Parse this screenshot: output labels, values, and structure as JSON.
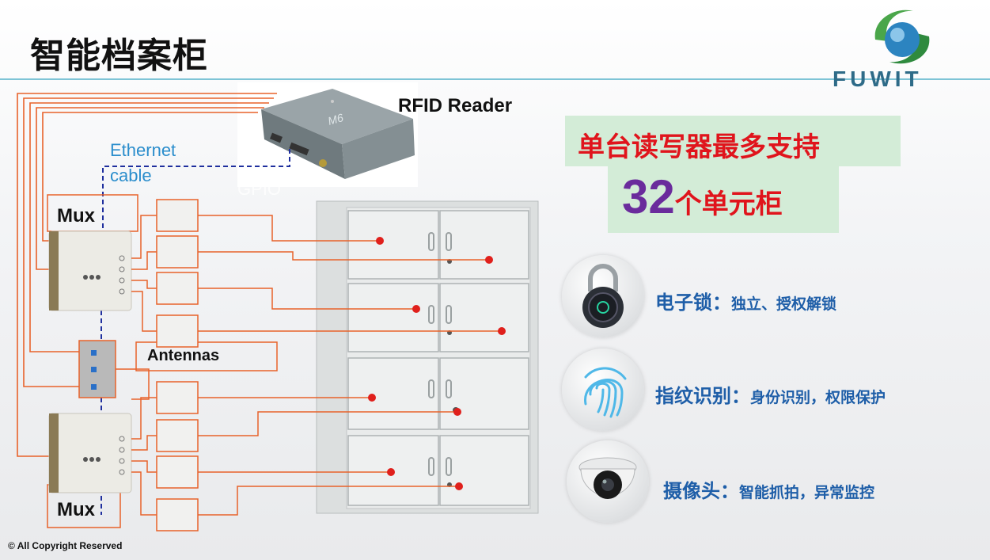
{
  "page": {
    "title": "智能档案柜",
    "brand": "FUWIT",
    "copyright": "© All Copyright Reserved"
  },
  "diagram": {
    "reader_label": "RFID Reader",
    "reader_mark": "M6",
    "ethernet_line1": "Ethernet",
    "ethernet_line2": "cable",
    "gpio_label": "GPIO",
    "mux_top_label": "Mux",
    "mux_bottom_label": "Mux",
    "antennas_label": "Antennas"
  },
  "highlight": {
    "heading": "单台读写器最多支持",
    "number": "32",
    "unit": "个单元柜"
  },
  "features": [
    {
      "icon": "padlock-icon",
      "name": "电子锁：",
      "desc": "独立、授权解锁"
    },
    {
      "icon": "fingerprint-icon",
      "name": "指纹识别：",
      "desc": "身份识别，权限保护"
    },
    {
      "icon": "dome-camera-icon",
      "name": "摄像头：",
      "desc": "智能抓拍，异常监控"
    }
  ],
  "colors": {
    "wire": "#e8622a",
    "ethernet": "#1f2f9e",
    "heading_red": "#e0141c",
    "number_purple": "#6a2b9c",
    "feature_blue": "#1e5ea8",
    "highlight_bg": "#d3ecd7"
  }
}
